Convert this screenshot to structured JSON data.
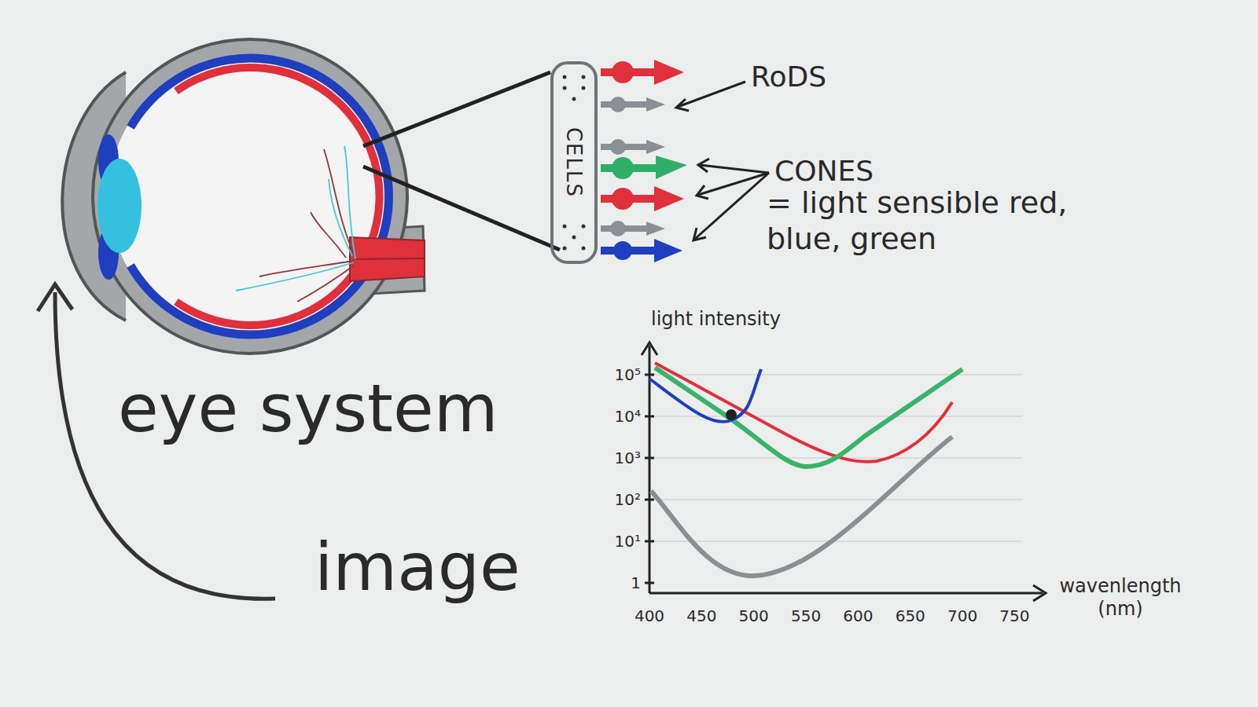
{
  "diagram": {
    "nodes": [
      {
        "text": [
          "CELLS"
        ]
      }
    ],
    "labels": [
      "RoDS",
      "CONES",
      "= light sensible red, blue, green",
      "eye system",
      "image",
      "light intensity",
      "10⁵",
      "10⁴",
      "10³",
      "10²",
      "10¹",
      "1",
      "400",
      "450",
      "500",
      "550",
      "600",
      "650",
      "700",
      "750",
      "wavenlength (nm)"
    ]
  }
}
